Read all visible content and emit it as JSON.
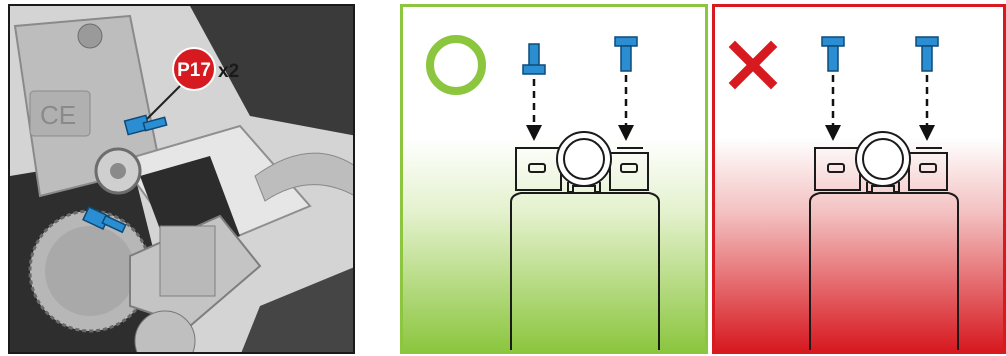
{
  "photo": {
    "part_badge": "P17",
    "quantity": "x2",
    "mark_text": "CE",
    "badge_color": "#d71920",
    "screw_color": "#2b8ed3"
  },
  "correct_panel": {
    "verdict_icon": "circle-icon",
    "accent_color": "#8cc63f",
    "screws": [
      "short-screw",
      "long-screw"
    ]
  },
  "wrong_panel": {
    "verdict_icon": "cross-icon",
    "accent_color": "#d71920",
    "screws": [
      "long-screw",
      "long-screw"
    ]
  }
}
